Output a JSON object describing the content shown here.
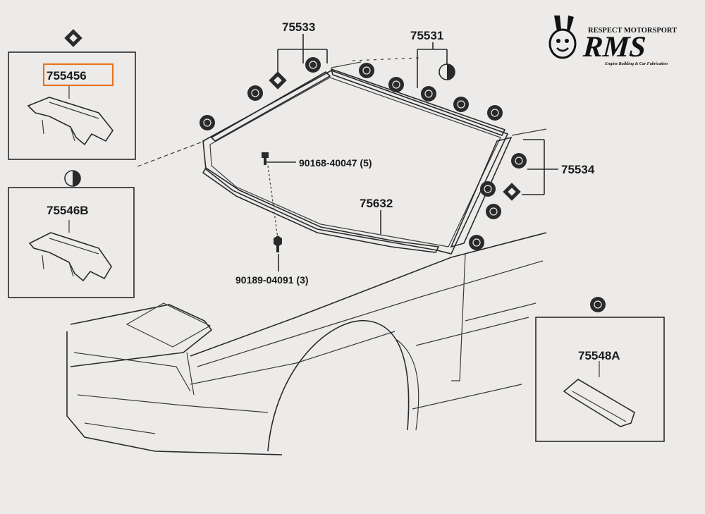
{
  "labels": {
    "p75533": "75533",
    "p75531": "75531",
    "p75534": "75534",
    "p75632": "75632",
    "p755456": "755456",
    "p75546b": "75546B",
    "p75548a": "75548A",
    "bolt1": "90168-40047 (5)",
    "bolt2": "90189-04091 (3)"
  },
  "logo": {
    "top_text": "RESPECT MOTORSPORT",
    "main_text": "RMS",
    "sub_text": "Engine Building & Car Fabrication"
  },
  "colors": {
    "highlight": "#e8741e",
    "line": "#2a2a2a",
    "background": "#ecebe9"
  }
}
